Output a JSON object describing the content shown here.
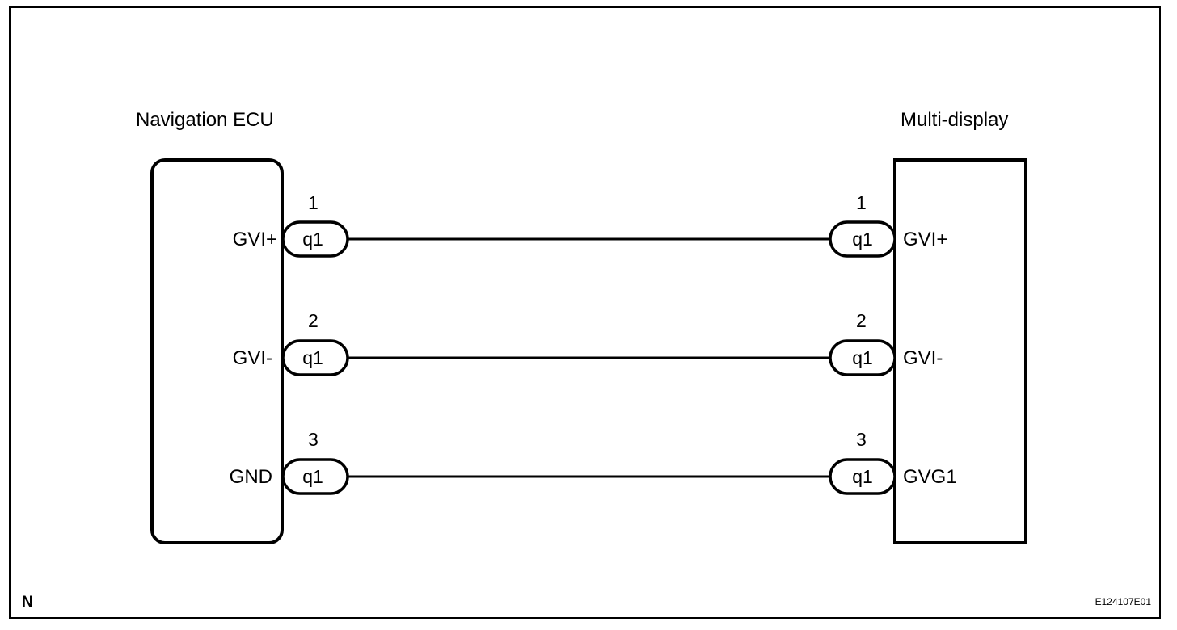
{
  "left_device": {
    "title": "Navigation ECU",
    "pins": [
      {
        "number": "1",
        "signal": "GVI+",
        "connector": "q1"
      },
      {
        "number": "2",
        "signal": "GVI-",
        "connector": "q1"
      },
      {
        "number": "3",
        "signal": "GND",
        "connector": "q1"
      }
    ]
  },
  "right_device": {
    "title": "Multi-display",
    "pins": [
      {
        "number": "1",
        "signal": "GVI+",
        "connector": "q1"
      },
      {
        "number": "2",
        "signal": "GVI-",
        "connector": "q1"
      },
      {
        "number": "3",
        "signal": "GVG1",
        "connector": "q1"
      }
    ]
  },
  "corner_letter": "N",
  "figure_code": "E124107E01"
}
